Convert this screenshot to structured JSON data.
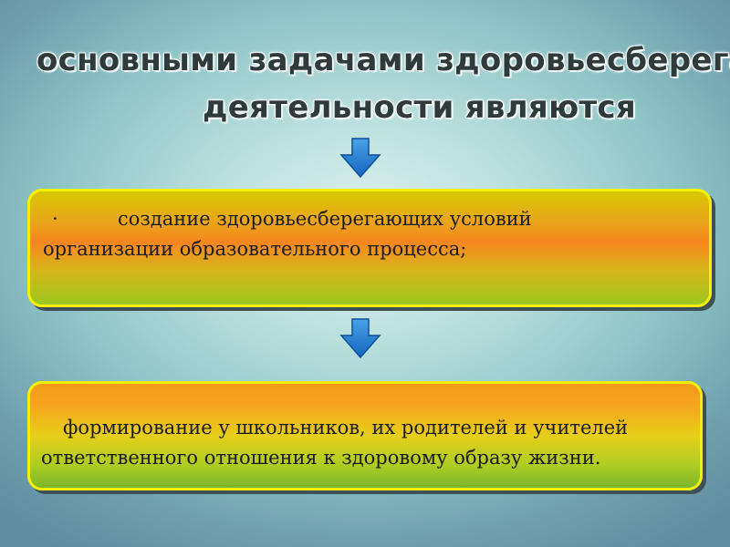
{
  "slide": {
    "title_line1": "основными задачами здоровьесберегающей",
    "title_line2": "деятельности  являются",
    "box1": {
      "bullet": "·",
      "line1": "создание здоровьесберегающих условий",
      "line2": "организации  образовательного процесса;"
    },
    "box2": {
      "line1": "формирование у школьников, их родителей и учителей",
      "line2": "ответственного отношения к здоровому образу жизни."
    },
    "icons": [
      "arrow-down-icon",
      "arrow-down-icon"
    ]
  }
}
